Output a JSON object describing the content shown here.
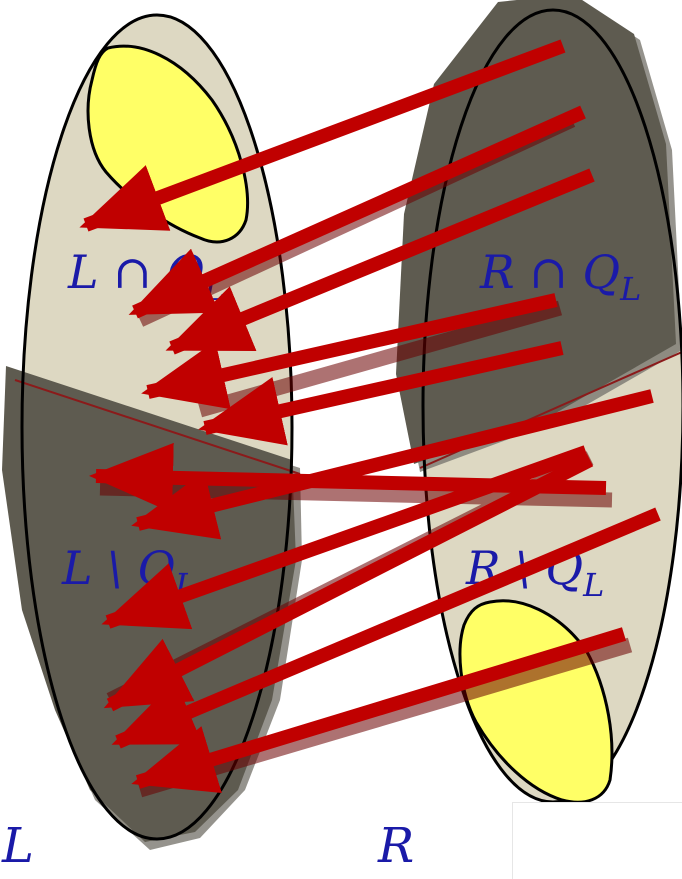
{
  "sets": {
    "left_name": "L",
    "right_name": "R"
  },
  "regions": {
    "left_top": {
      "base": "L ∩ Q",
      "sub": "L"
    },
    "left_bottom": {
      "base": "L \\ Q",
      "sub": "L"
    },
    "right_top": {
      "base": "R ∩ Q",
      "sub": "L"
    },
    "right_bottom": {
      "base": "R \\ Q",
      "sub": "L"
    }
  },
  "colors": {
    "ellipse_fill": "#ddd8c2",
    "shade_fill": "#5e5b50",
    "blob_fill": "#ffff66",
    "arrow": "#c00000",
    "label": "#1a1aa8"
  }
}
